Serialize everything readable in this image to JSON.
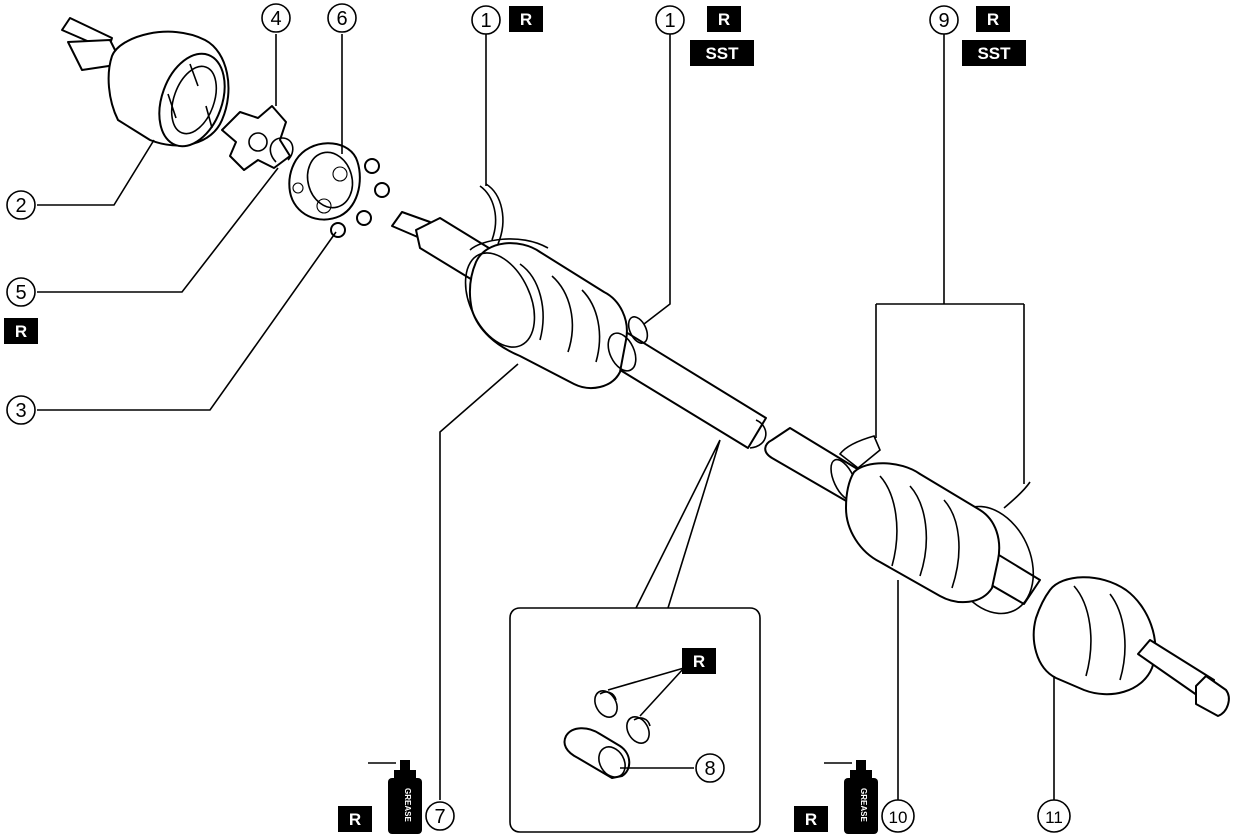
{
  "callouts": {
    "c1a": "1",
    "c1b": "1",
    "c2": "2",
    "c3": "3",
    "c4": "4",
    "c5": "5",
    "c6": "6",
    "c7": "7",
    "c8": "8",
    "c9": "9",
    "c10": "10",
    "c11": "11"
  },
  "badges": {
    "replace": "R",
    "sst": "SST"
  },
  "grease_label": "GREASE",
  "colors": {
    "line": "#000000",
    "background": "#ffffff",
    "badge_fill": "#000000",
    "badge_text": "#ffffff"
  }
}
